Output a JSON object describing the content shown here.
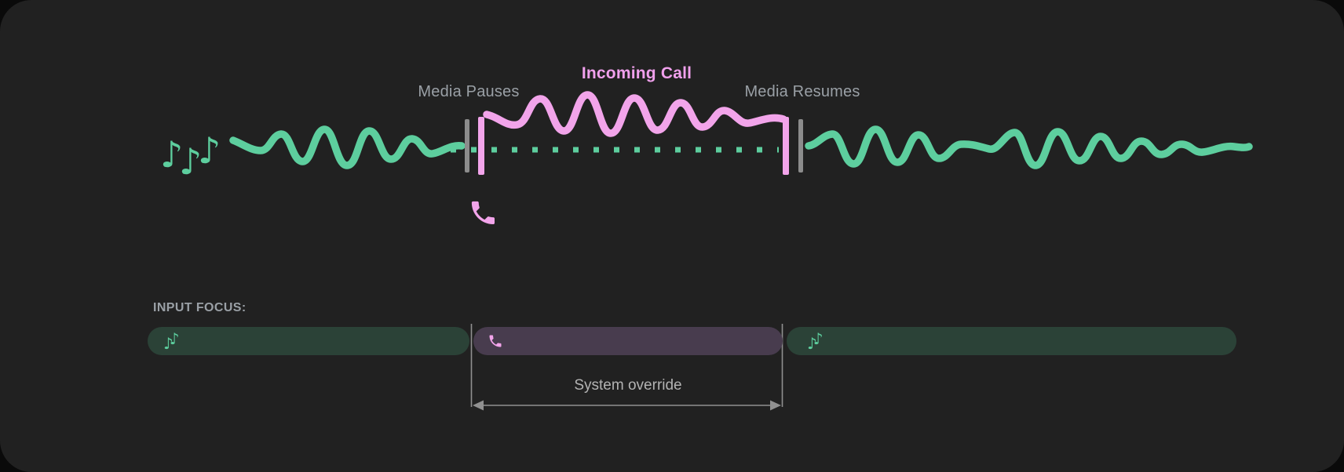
{
  "page": {
    "background": "#0a0a0a",
    "card_background": "#212121"
  },
  "colors": {
    "media": "#5DCE9E",
    "call": "#F2A4EA",
    "call_label": "#F0A0EC",
    "marker_gray": "#8C8C8C",
    "label_gray": "#9AA0A6",
    "measure_line": "#909090",
    "measure_label": "#B3B3B3",
    "focus_media_bg": "#2B4237",
    "focus_call_bg": "#483C4E"
  },
  "timeline": {
    "media_pauses": "Media Pauses",
    "incoming_call": "Incoming Call",
    "media_resumes": "Media Resumes"
  },
  "input_focus": {
    "heading": "INPUT FOCUS:",
    "system_override": "System override",
    "segments": [
      {
        "name": "media-before",
        "icon": "music-notes-icon"
      },
      {
        "name": "call",
        "icon": "phone-icon"
      },
      {
        "name": "media-after",
        "icon": "music-notes-icon"
      }
    ]
  },
  "icons": {
    "note_glyph": "♪",
    "phone_icon": "phone-handset",
    "music_icon": "music-notes"
  }
}
